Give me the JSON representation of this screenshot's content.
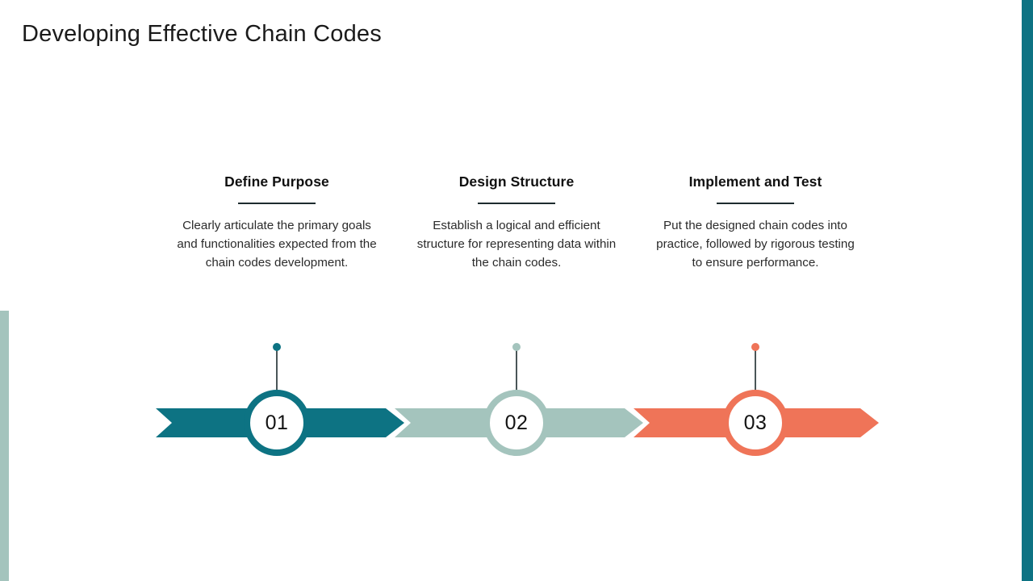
{
  "slide": {
    "title": "Developing Effective Chain Codes",
    "background_color": "#ffffff"
  },
  "decorations": {
    "right_bar_color": "#0d7383",
    "left_bar_color": "#a4c4bd"
  },
  "palette": {
    "step1": "#0d7383",
    "step2": "#a4c4bd",
    "step3": "#ef7458",
    "heading_text": "#101010",
    "body_text": "#2b2b2b",
    "rule": "#1d2b2e",
    "stem": "#1d2b2e",
    "circle_fill": "#ffffff"
  },
  "steps": [
    {
      "number": "01",
      "heading": "Define Purpose",
      "body": "Clearly articulate the primary goals and functionalities expected from the chain codes development.",
      "color": "#0d7383"
    },
    {
      "number": "02",
      "heading": "Design Structure",
      "body": "Establish a logical and efficient structure for representing data within the chain codes.",
      "color": "#a4c4bd"
    },
    {
      "number": "03",
      "heading": "Implement and Test",
      "body": "Put the designed chain codes into practice, followed by rigorous testing to ensure performance.",
      "color": "#ef7458"
    }
  ]
}
